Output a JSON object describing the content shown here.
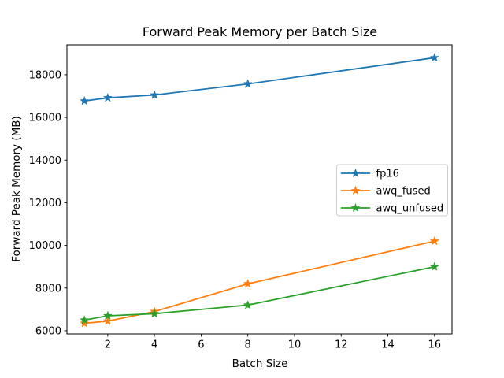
{
  "figure": {
    "background": "#ffffff",
    "frame_color": "#000000"
  },
  "chart_data": {
    "type": "line",
    "title": "Forward Peak Memory per Batch Size",
    "xlabel": "Batch Size",
    "ylabel": "Forward Peak Memory (MB)",
    "x": [
      1,
      2,
      4,
      8,
      16
    ],
    "series": [
      {
        "name": "fp16",
        "color": "#1f77b4",
        "values": [
          16770,
          16920,
          17050,
          17570,
          18800
        ]
      },
      {
        "name": "awq_fused",
        "color": "#ff7f0e",
        "values": [
          6350,
          6450,
          6900,
          8200,
          10200
        ]
      },
      {
        "name": "awq_unfused",
        "color": "#2ca02c",
        "values": [
          6500,
          6700,
          6800,
          7200,
          9000
        ]
      }
    ],
    "marker": "star",
    "xticks": [
      2,
      4,
      6,
      8,
      10,
      12,
      14,
      16
    ],
    "yticks": [
      6000,
      8000,
      10000,
      12000,
      14000,
      16000,
      18000
    ],
    "xlim": [
      0.25,
      16.75
    ],
    "ylim": [
      5850,
      19400
    ],
    "grid": false,
    "legend": {
      "position": "center right",
      "border_color": "#cccccc",
      "background": "#ffffff",
      "entries": [
        "fp16",
        "awq_fused",
        "awq_unfused"
      ]
    }
  }
}
